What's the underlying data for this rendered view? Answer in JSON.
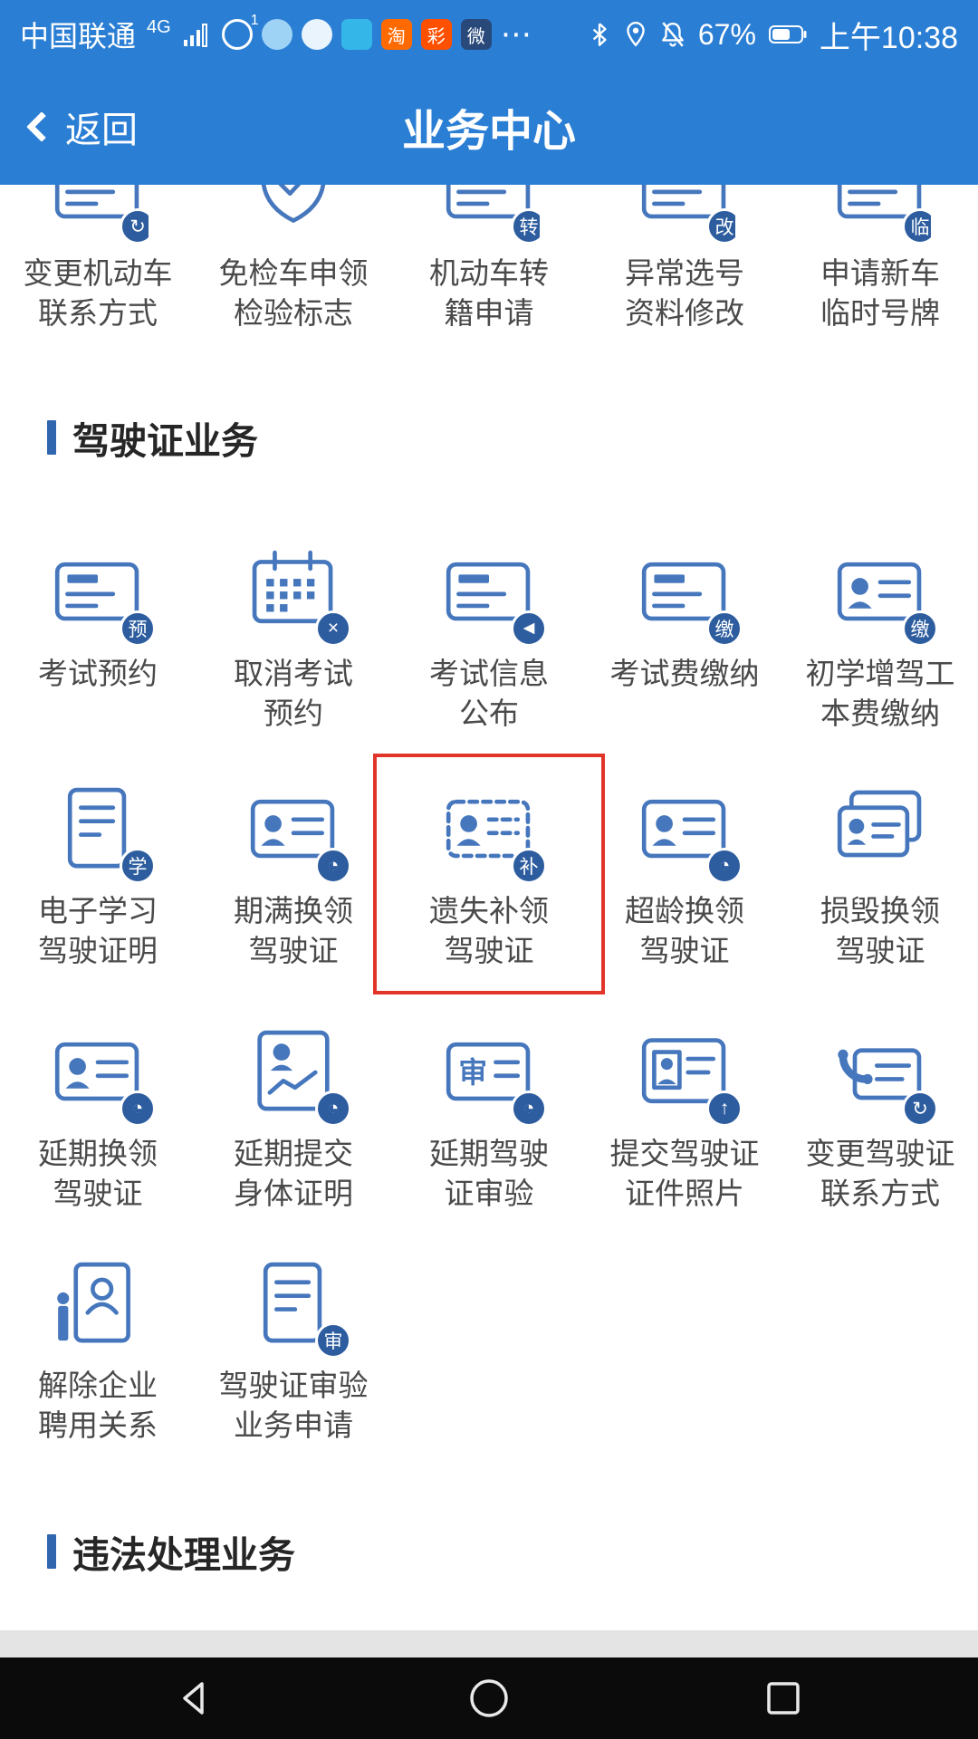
{
  "status_bar": {
    "carrier": "中国联通",
    "network": "4G",
    "battery_percent": "67%",
    "time": "上午10:38",
    "app_notification_icons": [
      {
        "name": "alarm-icon",
        "shape": "ring",
        "color": "",
        "sup": "1"
      },
      {
        "name": "messenger-icon",
        "shape": "circle",
        "color": "#9fd3f6"
      },
      {
        "name": "qq-icon",
        "shape": "circle",
        "color": "#eaf4fd",
        "glyph": ""
      },
      {
        "name": "weibo-icon",
        "shape": "square",
        "color": "#35b6e9"
      },
      {
        "name": "taobao-icon",
        "shape": "square",
        "color": "#ff6a00",
        "glyph": "淘"
      },
      {
        "name": "tmall-icon",
        "shape": "square",
        "color": "#ff5000",
        "glyph": "彩"
      },
      {
        "name": "app-icon",
        "shape": "square",
        "color": "#29497b",
        "glyph": "微"
      },
      {
        "name": "more-notifications-icon",
        "shape": "dots",
        "color": "",
        "glyph": "⋯"
      }
    ]
  },
  "nav_bar": {
    "back_label": "返回",
    "title": "业务中心"
  },
  "vehicle_services": {
    "items": [
      {
        "key": "change-vehicle-contact",
        "label": "变更机动车\n联系方式",
        "icon": "card",
        "badge": {
          "glyph": "refresh"
        }
      },
      {
        "key": "inspection-free-sticker",
        "label": "免检车申领\n检验标志",
        "icon": "shield",
        "badge": null
      },
      {
        "key": "vehicle-transfer-application",
        "label": "机动车转\n籍申请",
        "icon": "card",
        "badge": {
          "text": "转"
        }
      },
      {
        "key": "abnormal-number-data-modify",
        "label": "异常选号\n资料修改",
        "icon": "card",
        "badge": {
          "text": "改"
        }
      },
      {
        "key": "new-car-temp-plate",
        "label": "申请新车\n临时号牌",
        "icon": "card",
        "badge": {
          "text": "临"
        }
      }
    ]
  },
  "driver_license_section": {
    "title": "驾驶证业务",
    "items": [
      {
        "key": "exam-booking",
        "label": "考试预约",
        "icon": "card",
        "badge": {
          "text": "预"
        }
      },
      {
        "key": "cancel-exam-booking",
        "label": "取消考试\n预约",
        "icon": "calendar",
        "badge": {
          "glyph": "x"
        }
      },
      {
        "key": "exam-info-release",
        "label": "考试信息\n公布",
        "icon": "card",
        "badge": {
          "glyph": "speaker"
        }
      },
      {
        "key": "exam-fee-payment",
        "label": "考试费缴纳",
        "icon": "card",
        "badge": {
          "text": "缴"
        }
      },
      {
        "key": "learner-license-fee-payment",
        "label": "初学增驾工\n本费缴纳",
        "icon": "card-person",
        "badge": {
          "text": "缴"
        }
      },
      {
        "key": "e-learning-driving-certificate",
        "label": "电子学习\n驾驶证明",
        "icon": "doc",
        "badge": {
          "text": "学"
        }
      },
      {
        "key": "expiry-renewal-license",
        "label": "期满换领\n驾驶证",
        "icon": "card-person",
        "badge": {
          "glyph": "pie"
        }
      },
      {
        "key": "lost-replacement-license",
        "label": "遗失补领\n驾驶证",
        "icon": "card-person-dashed",
        "badge": {
          "text": "补"
        },
        "highlighted": true
      },
      {
        "key": "overage-renewal-license",
        "label": "超龄换领\n驾驶证",
        "icon": "card-person",
        "badge": {
          "glyph": "pie"
        }
      },
      {
        "key": "damaged-replacement-license",
        "label": "损毁换领\n驾驶证",
        "icon": "stacked",
        "badge": null
      },
      {
        "key": "deferred-renewal-license",
        "label": "延期换领\n驾驶证",
        "icon": "card-person",
        "badge": {
          "glyph": "clock"
        }
      },
      {
        "key": "deferred-physical-report",
        "label": "延期提交\n身体证明",
        "icon": "person-chart",
        "badge": {
          "glyph": "clock"
        }
      },
      {
        "key": "deferred-license-review",
        "label": "延期驾驶\n证审验",
        "icon": "card-text",
        "icon_text": "审",
        "badge": {
          "glyph": "clock"
        }
      },
      {
        "key": "submit-license-photo",
        "label": "提交驾驶证\n证件照片",
        "icon": "photo-card",
        "badge": {
          "glyph": "up"
        }
      },
      {
        "key": "change-license-contact",
        "label": "变更驾驶证\n联系方式",
        "icon": "phone-card",
        "badge": {
          "glyph": "refresh"
        }
      },
      {
        "key": "terminate-employment-relation",
        "label": "解除企业\n聘用关系",
        "icon": "doc-person",
        "badge": null
      },
      {
        "key": "license-review-application",
        "label": "驾驶证审验\n业务申请",
        "icon": "doc",
        "badge": {
          "text": "审"
        }
      }
    ]
  },
  "violation_section": {
    "title": "违法处理业务"
  },
  "colors": {
    "header_blue": "#2a7ed4",
    "icon_blue": "#4677bd",
    "badge_blue": "#2d5d9f",
    "highlight_red": "#e2352a"
  }
}
